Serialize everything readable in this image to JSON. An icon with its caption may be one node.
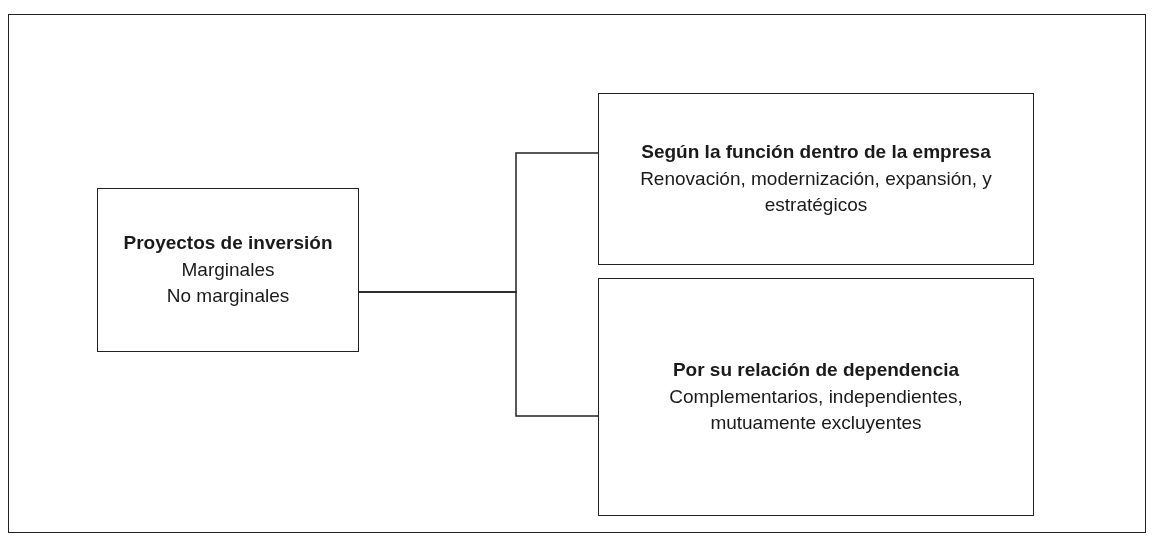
{
  "diagram": {
    "nodes": [
      {
        "text": [
          "Proyectos de inversión",
          "Marginales",
          "No marginales"
        ]
      },
      {
        "text": [
          "Según la función dentro de la empresa",
          "Renovación, modernización, expansión, y estratégicos"
        ]
      },
      {
        "text": [
          "Por su relación de dependencia",
          "Complementarios, independientes, mutuamente excluyentes"
        ]
      }
    ],
    "edges": [
      {
        "from": 0,
        "to": 1,
        "arrow": "none"
      },
      {
        "from": 0,
        "to": 2,
        "arrow": "none"
      }
    ]
  }
}
